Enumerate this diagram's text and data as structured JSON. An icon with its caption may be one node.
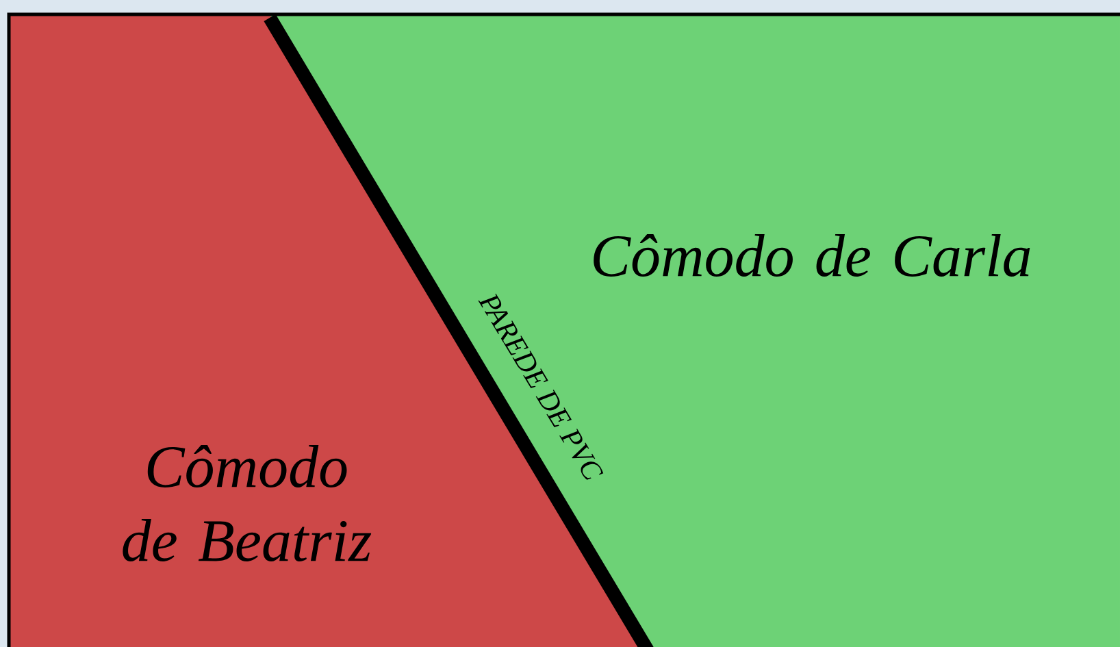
{
  "diagram": {
    "nodes": [
      {
        "text": [
          "Cômodo de Beatriz"
        ]
      },
      {
        "text": [
          "Cômodo de Carla"
        ]
      }
    ],
    "labels": [
      "PAREDE DE PVC"
    ]
  }
}
